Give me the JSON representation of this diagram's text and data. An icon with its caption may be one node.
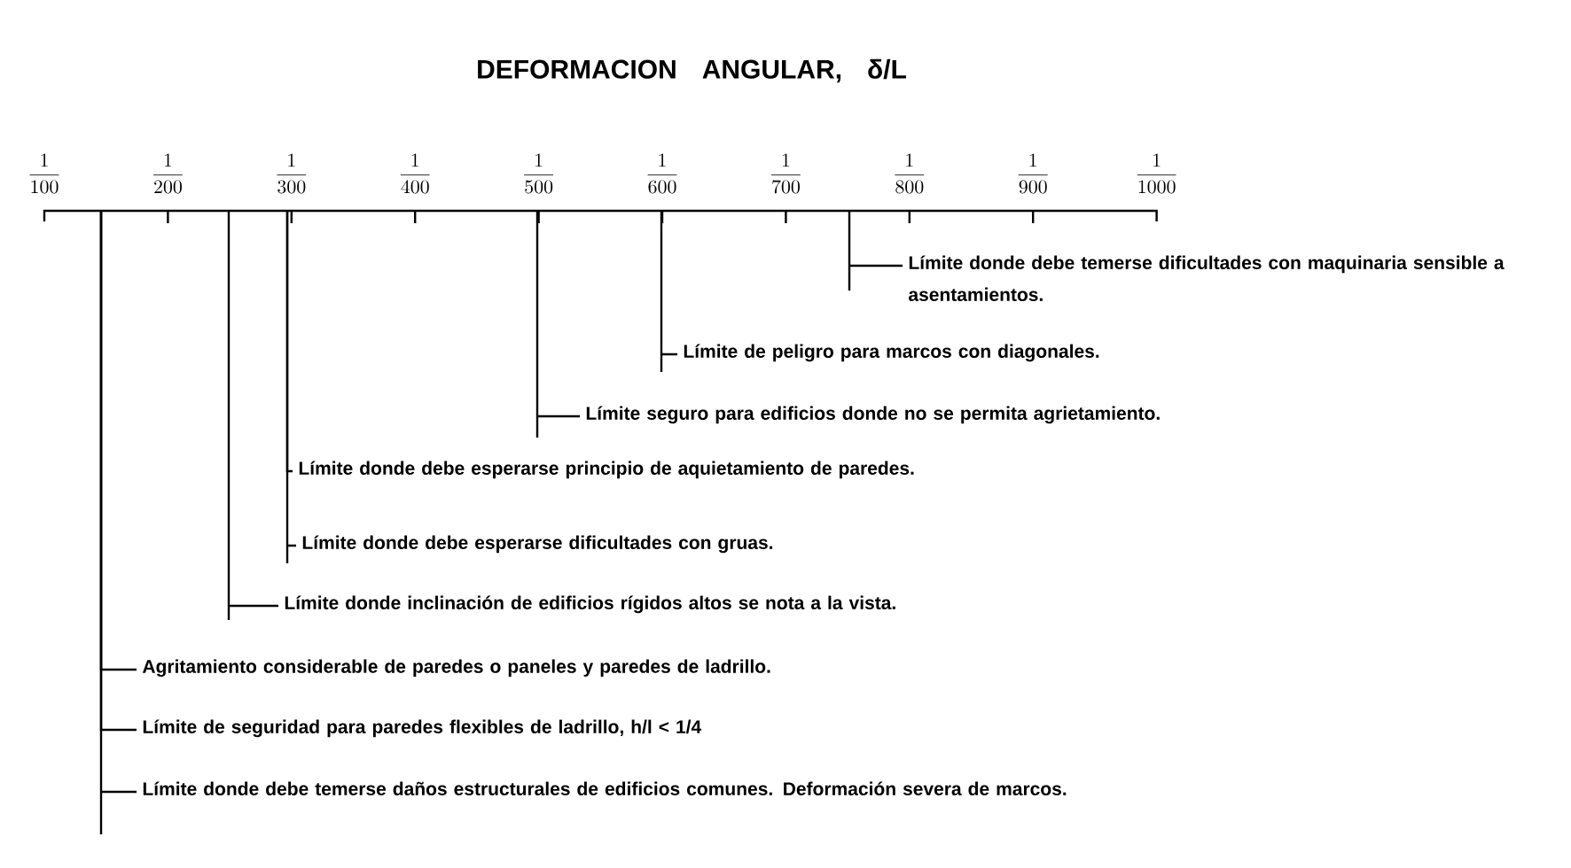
{
  "diagram": {
    "title": "DEFORMACION ANGULAR, δ/L",
    "nodes": [
      {
        "text": [
          "Límite donde debe temerse dificultades con maquinaria sensible a asentamientos."
        ]
      },
      {
        "text": [
          "Límite de peligro para marcos con diagonales."
        ]
      },
      {
        "text": [
          "Límite seguro para edificios donde no se permita agrietamiento."
        ]
      },
      {
        "text": [
          "Límite donde debe esperarse principio de aquietamiento de paredes."
        ]
      },
      {
        "text": [
          "Límite donde debe esperarse dificultades con gruas."
        ]
      },
      {
        "text": [
          "Límite donde inclinación de edificios rígidos altos se nota a la vista."
        ]
      },
      {
        "text": [
          "Agritamiento considerable de paredes o paneles y paredes de ladrillo."
        ]
      },
      {
        "text": [
          "Límite de seguridad para paredes flexibles de ladrillo, h/l < 1/4"
        ]
      },
      {
        "text": [
          "Límite donde debe temerse daños estructurales de edificios comunes. Deformación severa de marcos."
        ]
      }
    ],
    "edges": [
      {
        "from": 0,
        "to": null,
        "arrow": "none"
      },
      {
        "from": 1,
        "to": null,
        "arrow": "none"
      },
      {
        "from": 2,
        "to": null,
        "arrow": "none"
      },
      {
        "from": 3,
        "to": null,
        "arrow": "none"
      },
      {
        "from": 4,
        "to": null,
        "arrow": "none"
      },
      {
        "from": 5,
        "to": null,
        "arrow": "none"
      },
      {
        "from": 6,
        "to": null,
        "arrow": "none"
      },
      {
        "from": 7,
        "to": null,
        "arrow": "none"
      },
      {
        "from": 8,
        "to": null,
        "arrow": "none"
      }
    ],
    "labels": [
      "\\frac{1}{100}",
      "\\frac{1}{200}",
      "\\frac{1}{300}",
      "\\frac{1}{400}",
      "\\frac{1}{500}",
      "\\frac{1}{600}",
      "\\frac{1}{700}",
      "\\frac{1}{800}",
      "\\frac{1}{900}",
      "\\frac{1}{1000}"
    ]
  }
}
